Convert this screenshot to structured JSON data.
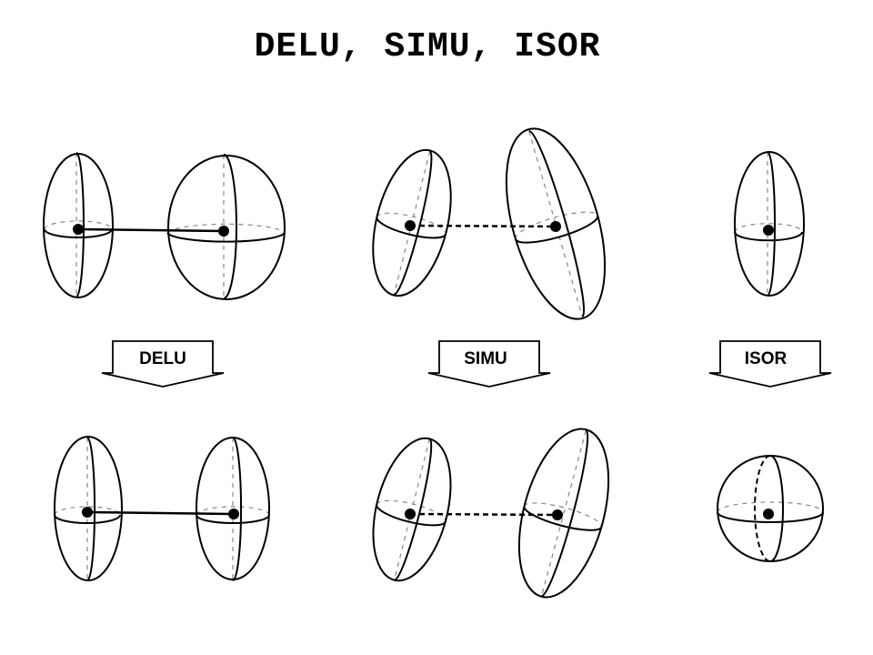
{
  "title": "DELU, SIMU, ISOR",
  "panels": [
    {
      "id": "delu",
      "label": "DELU"
    },
    {
      "id": "simu",
      "label": "SIMU"
    },
    {
      "id": "isor",
      "label": "ISOR"
    }
  ],
  "colors": {
    "line": "#000000",
    "hidden_line": "#888888",
    "background": "#ffffff"
  }
}
